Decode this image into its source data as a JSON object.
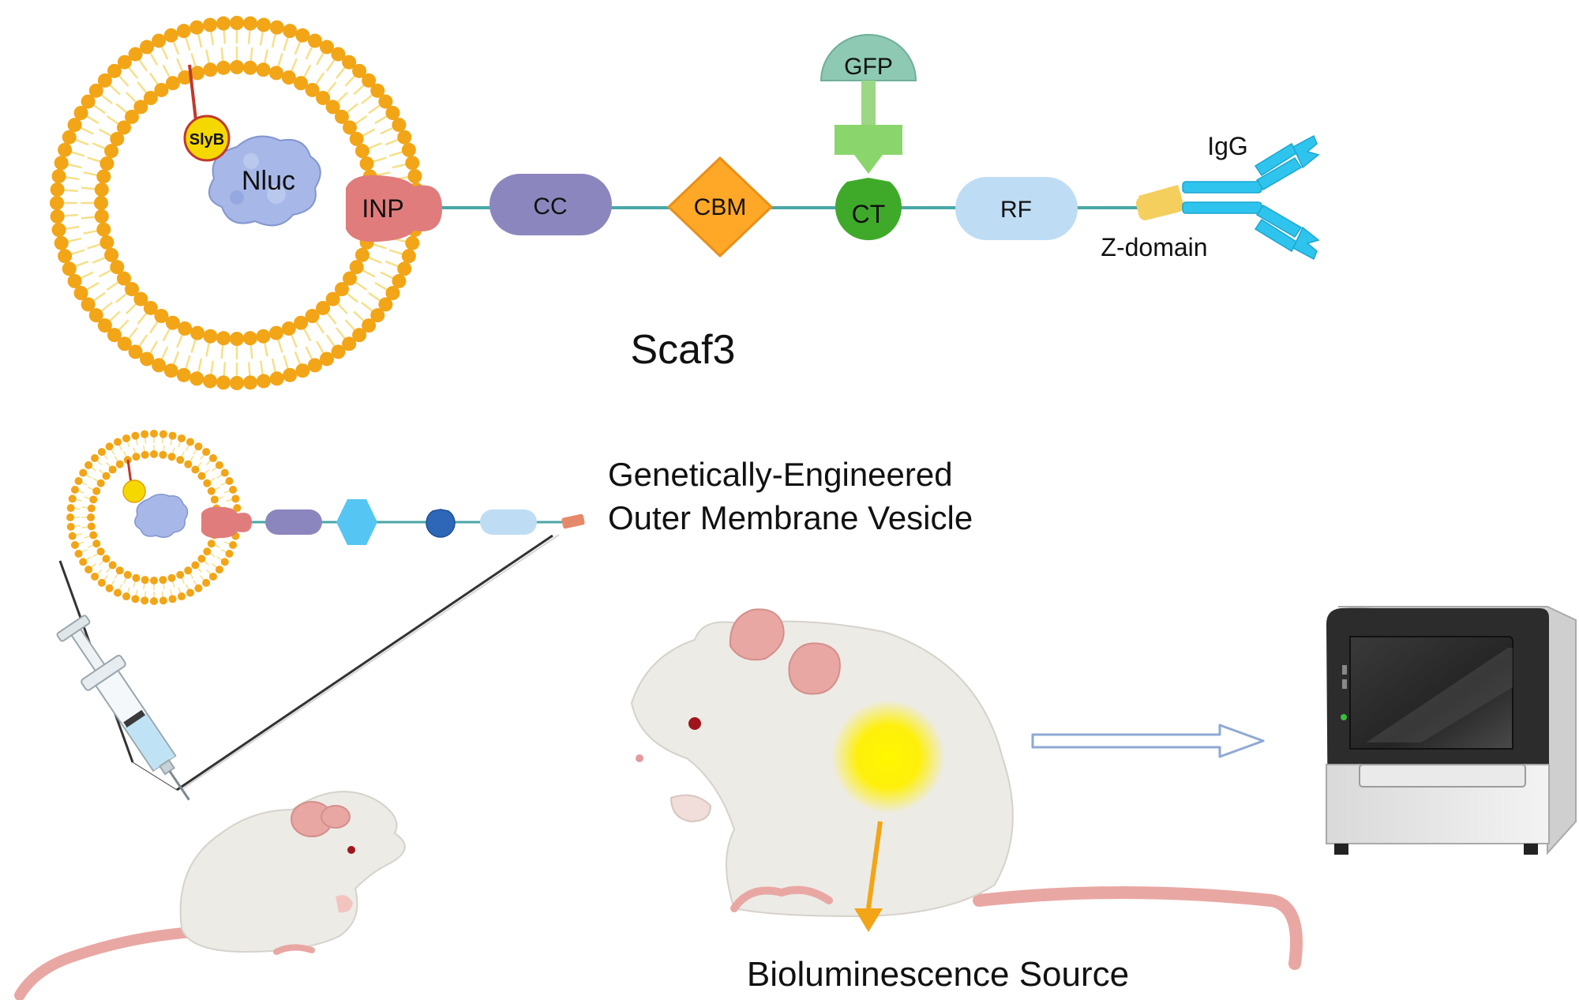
{
  "labels": {
    "slyb": "SlyB",
    "nluc": "Nluc",
    "inp": "INP",
    "cc": "CC",
    "cbm": "CBM",
    "ct": "CT",
    "gfp": "GFP",
    "rf": "RF",
    "igg": "IgG",
    "zdomain": "Z-domain",
    "scaffold_name": "Scaf3",
    "omv_line1": "Genetically-Engineered",
    "omv_line2": "Outer Membrane Vesicle",
    "biolum": "Bioluminescence Source"
  },
  "colors": {
    "membrane_head": "#F2A516",
    "membrane_tail": "#F5E08A",
    "inp": "#E07C7C",
    "cc": "#8C86BE",
    "cbm": "#FFA727",
    "ct": "#3FAA2A",
    "gfp": "#8DC9B3",
    "gfp_stem": "#8BD66C",
    "rf": "#BEDCF4",
    "zdomain": "#F5CF5E",
    "igg": "#2FC4EE",
    "hexagon": "#55C6F3",
    "ct_small": "#2F67B8",
    "linker": "#4AA7A7",
    "nluc": "#A7B8E8",
    "slyb": "#F5D800",
    "mouse_body": "#EDEBE6",
    "mouse_ear": "#E9A7A3",
    "glow": "#FFF200"
  },
  "icons": {
    "syringe": "syringe-icon",
    "mouse_small": "mouse-icon",
    "mouse_large": "mouse-icon",
    "imager": "imaging-instrument-icon",
    "arrow": "hollow-arrow-icon"
  }
}
